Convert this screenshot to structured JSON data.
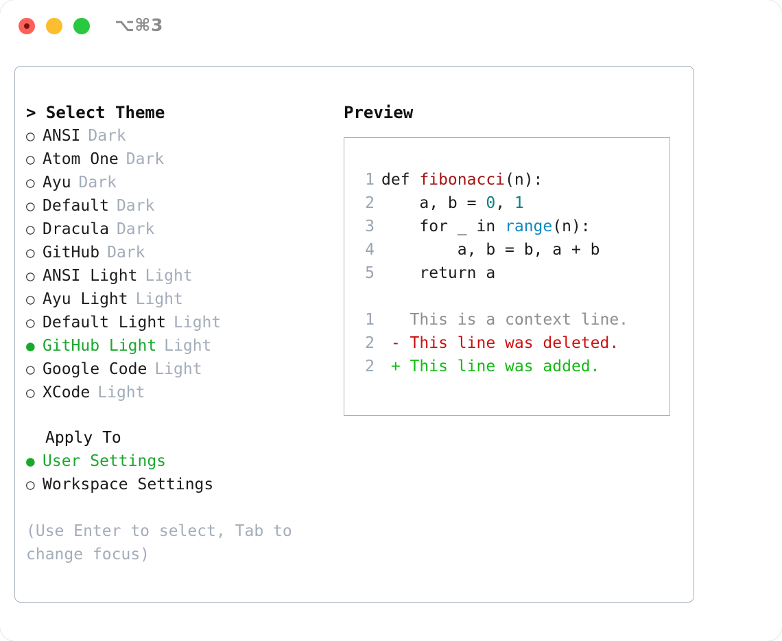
{
  "window": {
    "shortcut": "⌥⌘3",
    "traffic_lights": [
      {
        "name": "close",
        "color": "#fb6059"
      },
      {
        "name": "minimize",
        "color": "#fcbd2e"
      },
      {
        "name": "maximize",
        "color": "#28c83f"
      }
    ]
  },
  "theme_picker": {
    "header": "> Select Theme",
    "marker_unselected": "○",
    "marker_selected": "●",
    "options": [
      {
        "label": "ANSI",
        "variant": "Dark",
        "selected": false
      },
      {
        "label": "Atom One",
        "variant": "Dark",
        "selected": false
      },
      {
        "label": "Ayu",
        "variant": "Dark",
        "selected": false
      },
      {
        "label": "Default",
        "variant": "Dark",
        "selected": false
      },
      {
        "label": "Dracula",
        "variant": "Dark",
        "selected": false
      },
      {
        "label": "GitHub",
        "variant": "Dark",
        "selected": false
      },
      {
        "label": "ANSI Light",
        "variant": "Light",
        "selected": false
      },
      {
        "label": "Ayu Light",
        "variant": "Light",
        "selected": false
      },
      {
        "label": "Default Light",
        "variant": "Light",
        "selected": false
      },
      {
        "label": "GitHub Light",
        "variant": "Light",
        "selected": true
      },
      {
        "label": "Google Code",
        "variant": "Light",
        "selected": false
      },
      {
        "label": "XCode",
        "variant": "Light",
        "selected": false
      }
    ]
  },
  "apply_to": {
    "title": "Apply To",
    "options": [
      {
        "label": "User Settings",
        "selected": true
      },
      {
        "label": "Workspace Settings",
        "selected": false
      }
    ]
  },
  "hint": "(Use Enter to select, Tab to change focus)",
  "preview": {
    "title": "Preview",
    "code_lines": [
      {
        "number": "1",
        "segments": [
          {
            "text": "def ",
            "token": "plain"
          },
          {
            "text": "fibonacci",
            "token": "function"
          },
          {
            "text": "(n):",
            "token": "plain"
          }
        ]
      },
      {
        "number": "2",
        "segments": [
          {
            "text": "    a, b = ",
            "token": "plain"
          },
          {
            "text": "0",
            "token": "number"
          },
          {
            "text": ", ",
            "token": "plain"
          },
          {
            "text": "1",
            "token": "number"
          }
        ]
      },
      {
        "number": "3",
        "segments": [
          {
            "text": "    for _ in ",
            "token": "plain"
          },
          {
            "text": "range",
            "token": "call"
          },
          {
            "text": "(n):",
            "token": "plain"
          }
        ]
      },
      {
        "number": "4",
        "segments": [
          {
            "text": "        a, b = b, a + b",
            "token": "plain"
          }
        ]
      },
      {
        "number": "5",
        "segments": [
          {
            "text": "    return a",
            "token": "plain"
          }
        ]
      }
    ],
    "diff_lines": [
      {
        "number": "1",
        "marker": " ",
        "text": "This is a context line.",
        "kind": "context"
      },
      {
        "number": "2",
        "marker": "-",
        "text": "This line was deleted.",
        "kind": "deleted"
      },
      {
        "number": "2",
        "marker": "+",
        "text": "This line was added.",
        "kind": "added"
      }
    ]
  },
  "colors": {
    "accent_green": "#19a82e",
    "muted": "#a3adba",
    "border": "#a6b0bd",
    "diff_added": "#13bb13",
    "diff_deleted": "#cc1111",
    "token_function": "#a31515",
    "token_number": "#0f7f7f",
    "token_call": "#1189c2"
  }
}
